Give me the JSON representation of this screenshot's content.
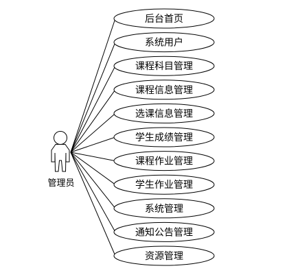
{
  "actor": {
    "label": "管理员"
  },
  "use_cases": [
    "后台首页",
    "系统用户",
    "课程科目管理",
    "课程信息管理",
    "选课信息管理",
    "学生成绩管理",
    "课程作业管理",
    "学生作业管理",
    "系统管理",
    "通知公告管理",
    "资源管理"
  ]
}
